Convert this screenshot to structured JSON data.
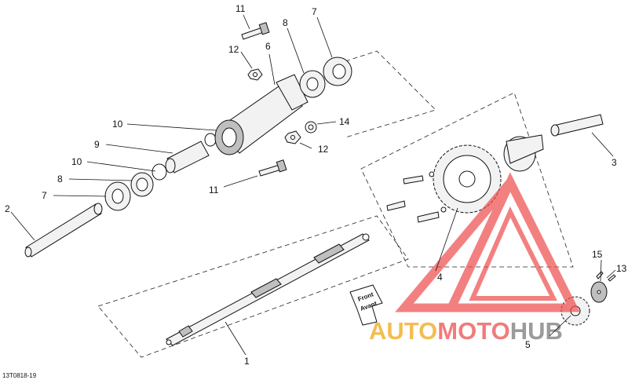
{
  "callouts": {
    "c1": "1",
    "c2": "2",
    "c3": "3",
    "c4": "4",
    "c5": "5",
    "c6": "6",
    "c7a": "7",
    "c7b": "7",
    "c8a": "8",
    "c8b": "8",
    "c9": "9",
    "c10a": "10",
    "c10b": "10",
    "c11a": "11",
    "c11b": "11",
    "c12a": "12",
    "c12b": "12",
    "c13": "13",
    "c14": "14",
    "c15": "15"
  },
  "front_sign": {
    "line1": "Front",
    "line2": "Avant"
  },
  "figure_code": "13T0818-19",
  "watermark": {
    "part1": "AUTO",
    "part2": "MOTO",
    "part3": "HUB"
  },
  "colors": {
    "watermark_red": "#ef4b4b",
    "watermark_orange": "#f2b233",
    "watermark_gray": "#8a8a8a"
  }
}
